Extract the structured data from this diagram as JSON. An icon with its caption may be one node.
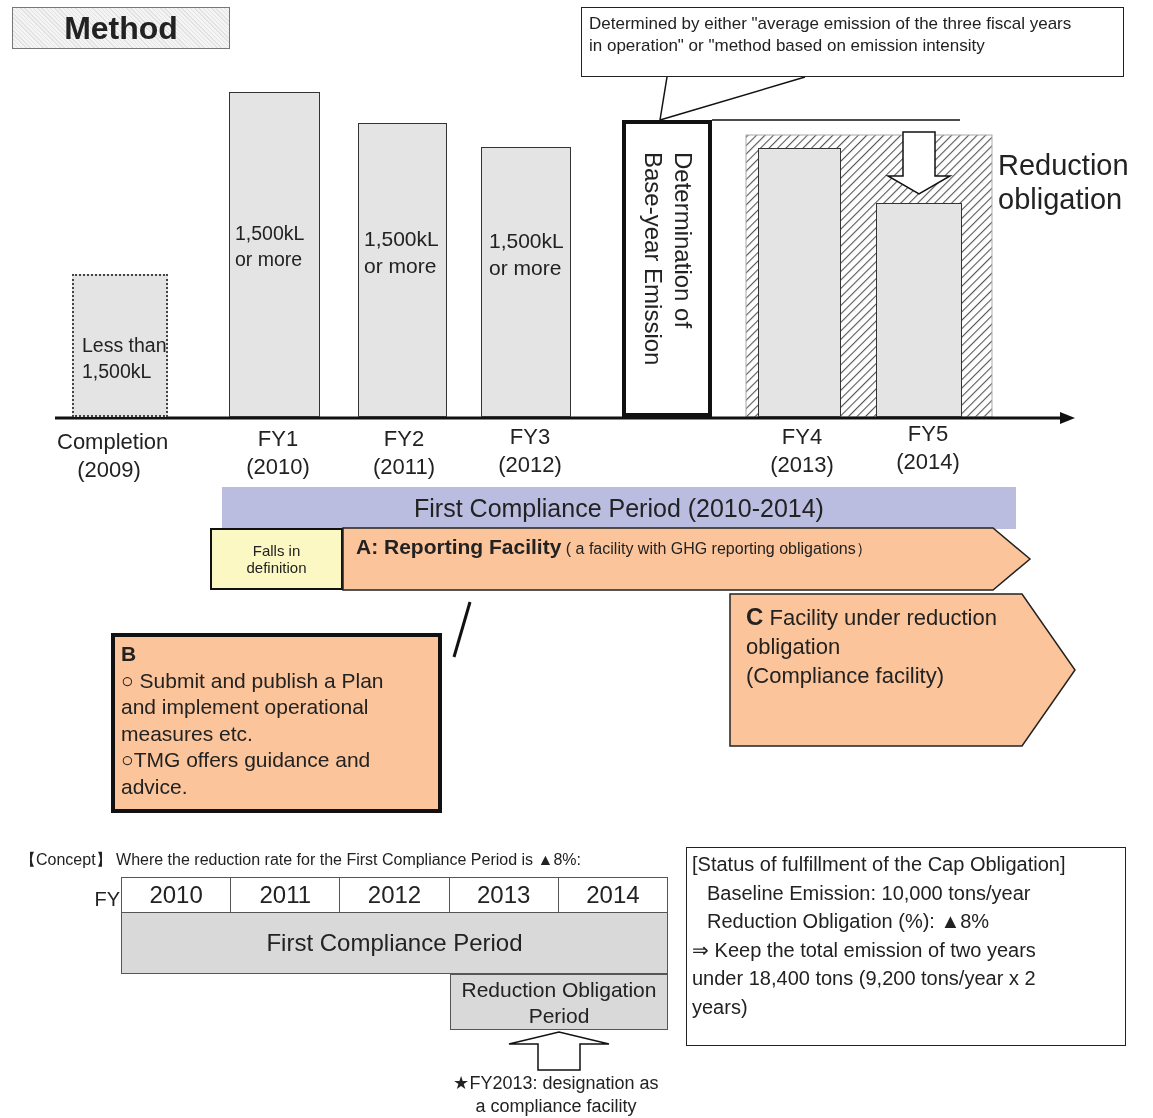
{
  "diagram": {
    "title": "Method",
    "nodes": [
      {
        "text": [
          "Determined by either \"average emission of the three fiscal years in operation\" or \"method based on emission intensity"
        ]
      },
      {
        "text": [
          "Less than 1,500kL"
        ],
        "beside": [
          "Completion (2009)"
        ]
      },
      {
        "text": [
          "1,500kL or more"
        ],
        "beside": [
          "FY1 (2010)"
        ]
      },
      {
        "text": [
          "1,500kL or more"
        ],
        "beside": [
          "FY2 (2011)"
        ]
      },
      {
        "text": [
          "1,500kL or more"
        ],
        "beside": [
          "FY3 (2012)"
        ]
      },
      {
        "text": [
          "Determination of Base-year Emission"
        ]
      },
      {
        "text": [],
        "shape": "bar",
        "beside": [
          "FY4 (2013)"
        ]
      },
      {
        "text": [],
        "shape": "bar",
        "beside": [
          "FY5 (2014)"
        ]
      },
      {
        "text": [
          "First Compliance Period (2010-2014)"
        ]
      },
      {
        "text": [
          "Falls in definition"
        ]
      },
      {
        "text": [
          "**A: Reporting Facility** ( a facility with GHG reporting obligations）"
        ]
      },
      {
        "text": [
          "B",
          "○ Submit and publish a Plan and implement operational measures etc.",
          "○TMG offers guidance and advice."
        ]
      },
      {
        "text": [
          "**C**  Facility under reduction obligation",
          "(Compliance facility)"
        ]
      },
      {
        "text": [
          "First Compliance Period"
        ]
      },
      {
        "text": [
          "Reduction Obligation Period"
        ]
      },
      {
        "text": [
          "★FY2013: designation as a compliance facility"
        ]
      },
      {
        "text": [
          "[Status of fulfillment of the Cap Obligation]",
          "Baseline Emission: 10,000 tons/year",
          "Reduction Obligation (%): ▲8%",
          "⇒ Keep the total emission of two years under 18,400 tons (9,200 tons/year x 2 years)"
        ]
      }
    ],
    "edges": [
      {
        "from": 0,
        "to": 5,
        "arrow": "none"
      },
      {
        "from": 15,
        "to": 14,
        "arrow": "to"
      }
    ],
    "labels": [
      "Reduction obligation",
      "【Concept】 Where the reduction rate for the First Compliance Period is ▲8%:",
      "FY",
      "2010",
      "2011",
      "2012",
      "2013",
      "2014"
    ]
  }
}
